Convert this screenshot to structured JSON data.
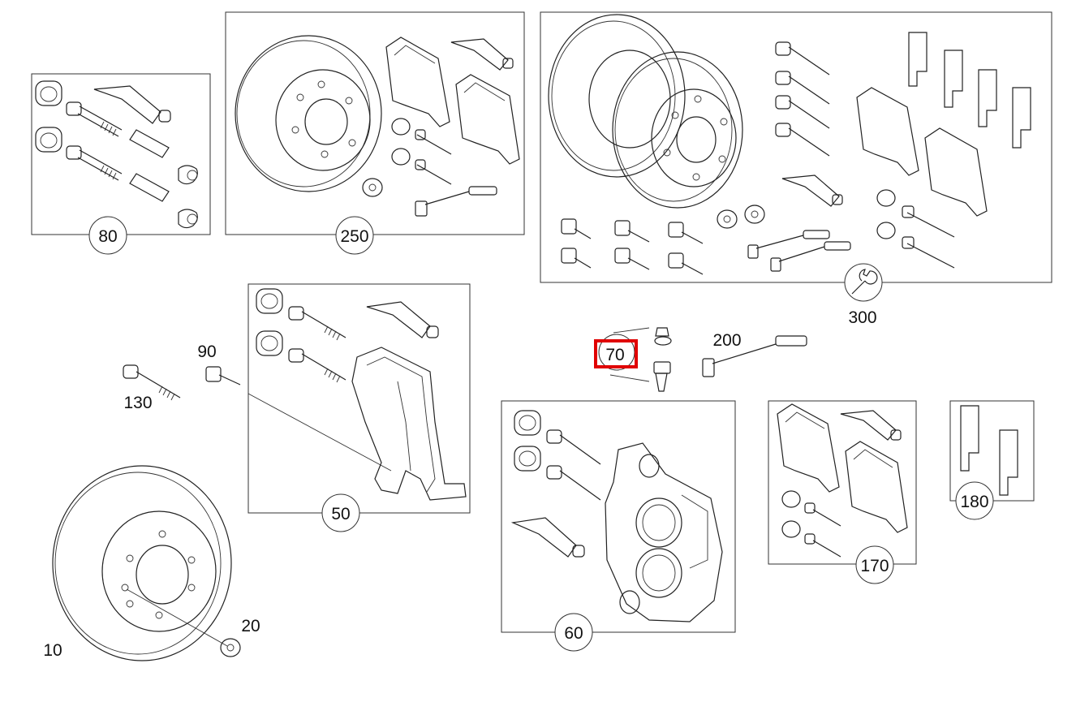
{
  "callouts": {
    "c10": "10",
    "c20": "20",
    "c50": "50",
    "c60": "60",
    "c70": "70",
    "c80": "80",
    "c90": "90",
    "c130": "130",
    "c170": "170",
    "c180": "180",
    "c200": "200",
    "c250": "250",
    "c300": "300"
  },
  "highlight": {
    "target": "70",
    "color": "#e00000"
  },
  "icons": {
    "kit-300": "wrench-icon"
  }
}
